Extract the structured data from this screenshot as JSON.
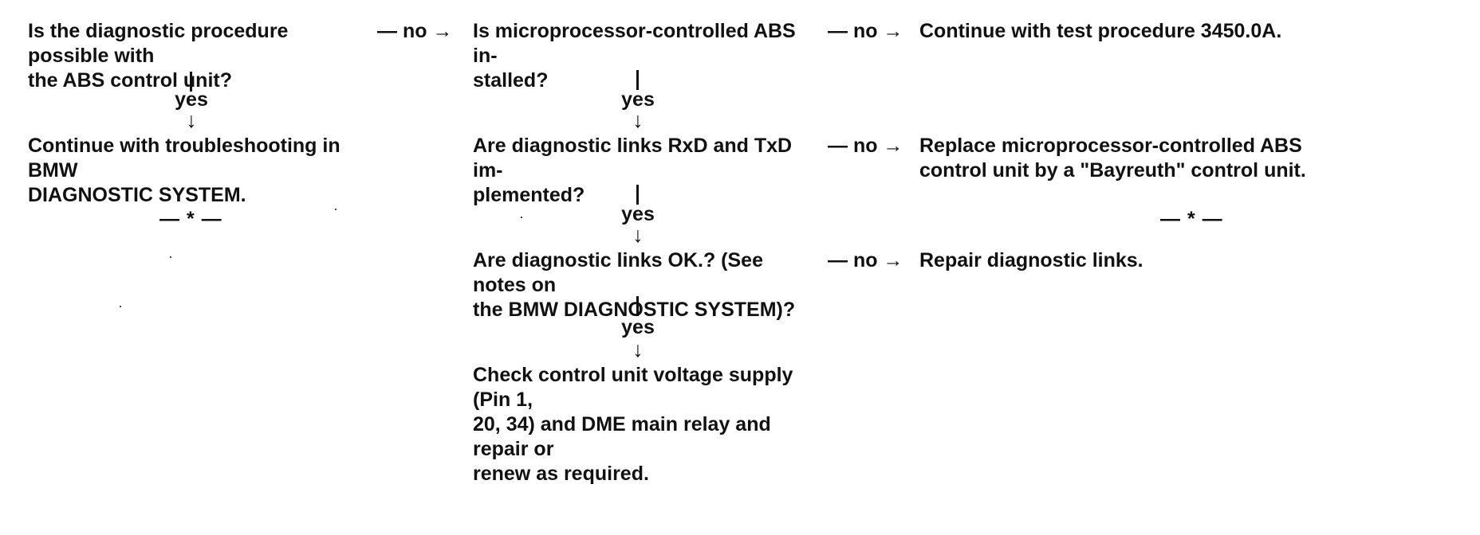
{
  "nodes": {
    "q1": {
      "lines": [
        "Is the diagnostic procedure possible with",
        "the ABS control unit?"
      ]
    },
    "r1": {
      "lines": [
        "Continue with troubleshooting in BMW",
        "DIAGNOSTIC SYSTEM."
      ]
    },
    "q2": {
      "lines": [
        "Is microprocessor-controlled ABS in-",
        "stalled?"
      ]
    },
    "r2": {
      "lines": [
        "Continue with test procedure 3450.0A."
      ]
    },
    "q3": {
      "lines": [
        "Are diagnostic links RxD and TxD im-",
        "plemented?"
      ]
    },
    "r3": {
      "lines": [
        "Replace microprocessor-controlled ABS",
        "control unit by a \"Bayreuth\" control unit."
      ]
    },
    "q4": {
      "lines": [
        "Are diagnostic links OK.? (See notes on",
        "the BMW DIAGNOSTIC SYSTEM)?"
      ]
    },
    "r4": {
      "lines": [
        "Repair diagnostic links."
      ]
    },
    "r5": {
      "lines": [
        "Check control unit voltage supply (Pin 1,",
        "20, 34) and DME main relay and repair or",
        "renew as required."
      ]
    }
  },
  "labels": {
    "no": "— no →",
    "yes": "yes",
    "down": "↓",
    "end": "— * —"
  }
}
